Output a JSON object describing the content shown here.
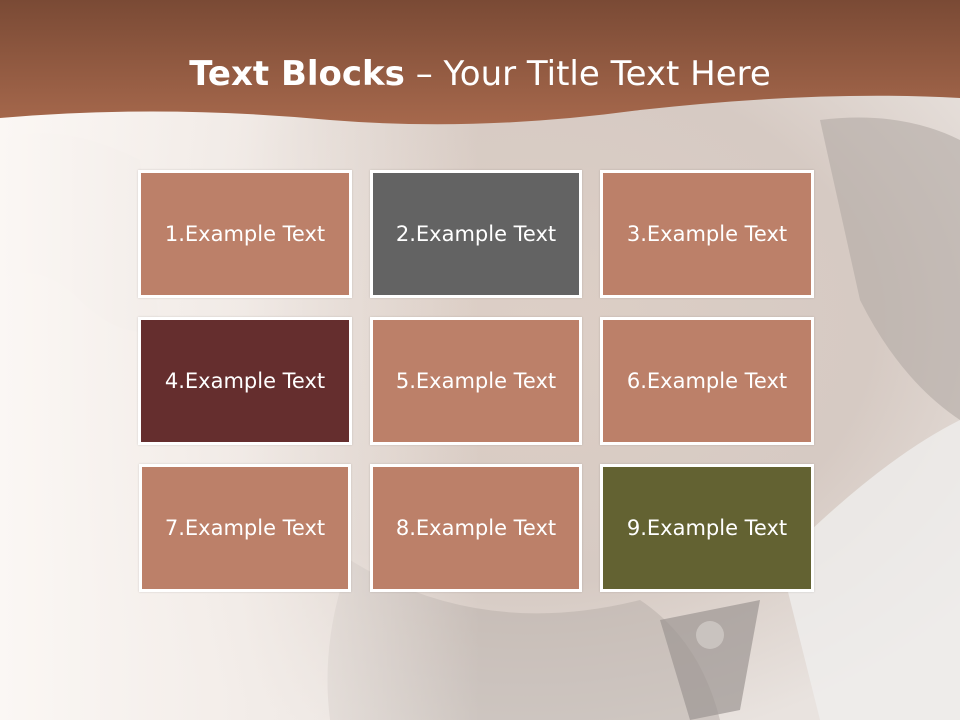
{
  "title": {
    "bold_part": "Text Blocks",
    "separator": " – ",
    "light_part": "Your Title Text Here"
  },
  "colors": {
    "header": "#a1644a",
    "block_default": "#bc8069",
    "block_gray": "#636363",
    "block_maroon": "#652e2e",
    "block_olive": "#636232"
  },
  "blocks": [
    {
      "label": "1.Example Text",
      "color": "#bc8069"
    },
    {
      "label": "2.Example Text",
      "color": "#636363"
    },
    {
      "label": "3.Example Text",
      "color": "#bc8069"
    },
    {
      "label": "4.Example Text",
      "color": "#652e2e"
    },
    {
      "label": "5.Example Text",
      "color": "#bc8069"
    },
    {
      "label": "6.Example Text",
      "color": "#bc8069"
    },
    {
      "label": "7.Example Text",
      "color": "#bc8069"
    },
    {
      "label": "8.Example Text",
      "color": "#bc8069"
    },
    {
      "label": "9.Example Text",
      "color": "#636232"
    }
  ]
}
